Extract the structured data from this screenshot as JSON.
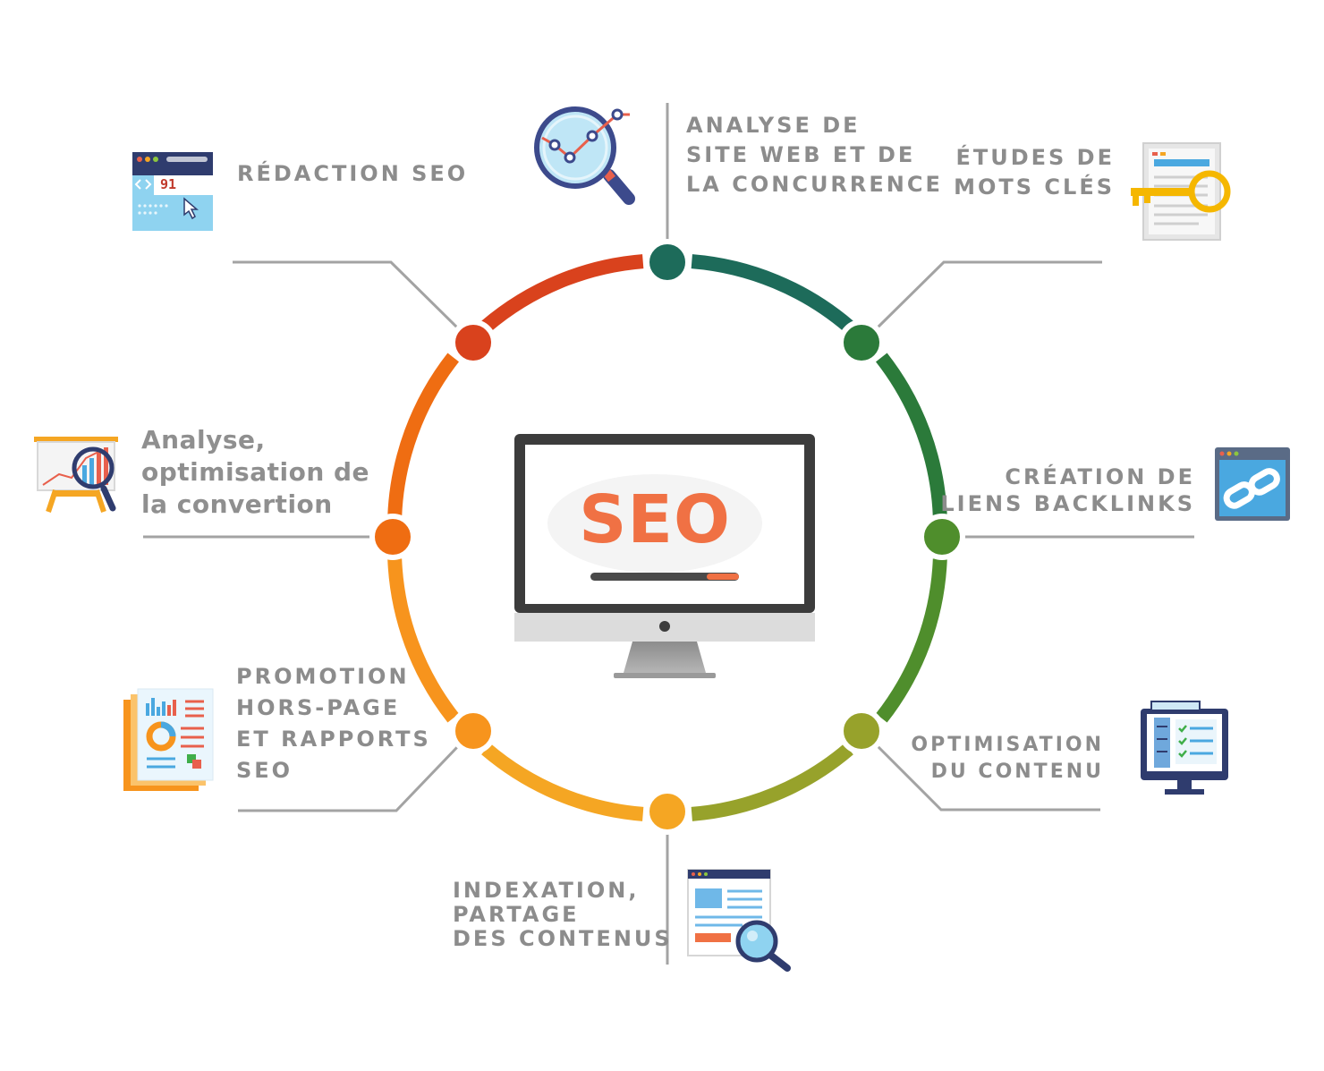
{
  "center": {
    "text": "SEO",
    "color": "#f07144"
  },
  "items": [
    {
      "id": "analyse-site",
      "lines": [
        "ANALYSE DE",
        "SITE WEB ET DE",
        "LA CONCURRENCE"
      ],
      "color": "#1d6b5a"
    },
    {
      "id": "etudes-mots",
      "lines": [
        "ÉTUDES DE",
        "MOTS CLÉS"
      ],
      "color": "#2b7a3a"
    },
    {
      "id": "creation-liens",
      "lines": [
        "CRÉATION DE",
        "LIENS BACKLINKS"
      ],
      "color": "#4f8e2c"
    },
    {
      "id": "optimisation-contenu",
      "lines": [
        "OPTIMISATION",
        "DU CONTENU"
      ],
      "color": "#97a22b"
    },
    {
      "id": "indexation",
      "lines": [
        "INDEXATION,",
        "PARTAGE",
        "DES CONTENUS"
      ],
      "color": "#f5a623"
    },
    {
      "id": "promotion",
      "lines": [
        "PROMOTION",
        "HORS-PAGE",
        "ET RAPPORTS",
        "SEO"
      ],
      "color": "#f7941d"
    },
    {
      "id": "analyse-conversion",
      "lines": [
        "Analyse,",
        "optimisation de",
        "la convertion"
      ],
      "color": "#ef6d12"
    },
    {
      "id": "redaction",
      "lines": [
        "RÉDACTION SEO"
      ],
      "color": "#d9421d"
    }
  ],
  "icons": {
    "browser_number": "91"
  },
  "colors": {
    "text_gray": "#8c8c8c",
    "line_gray": "#9a9a9a",
    "monitor_frame": "#3c3c3c"
  }
}
